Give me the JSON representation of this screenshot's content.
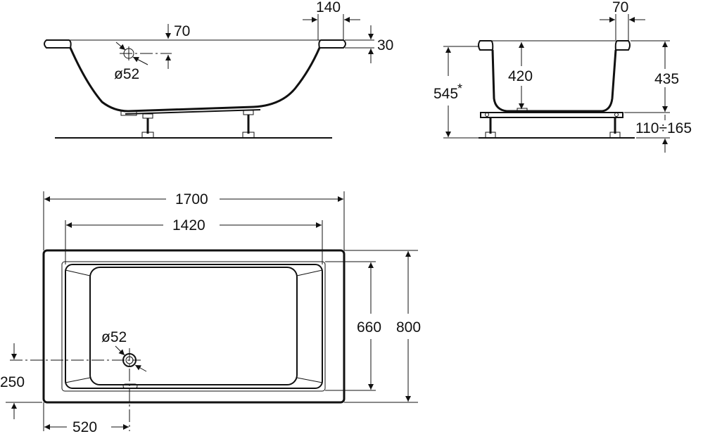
{
  "side_view": {
    "rim_width": "140",
    "drain_offset": "70",
    "rim_height": "30",
    "drain_diameter": "ø52"
  },
  "end_view": {
    "rim_width": "70",
    "total_height": "545",
    "total_height_note": "*",
    "inner_depth": "420",
    "tub_height": "435",
    "leg_adjust": "110÷165"
  },
  "plan_view": {
    "overall_length": "1700",
    "inner_length": "1420",
    "overall_width": "800",
    "inner_width": "660",
    "drain_diameter": "ø52",
    "drain_from_side": "250",
    "drain_from_end": "520"
  }
}
